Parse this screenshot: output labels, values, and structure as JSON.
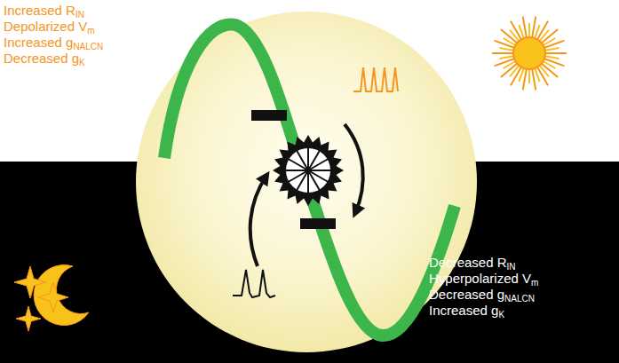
{
  "diagram": {
    "labels": [
      "Increased R",
      "IN",
      "Depolarized V",
      "m",
      "Increased g",
      "NALCN",
      "Decreased g",
      "K",
      "Decreased R",
      "IN",
      "Hyperpolarized V",
      "m",
      "Decreased g",
      "NALCN",
      "Increased g",
      "K"
    ]
  }
}
